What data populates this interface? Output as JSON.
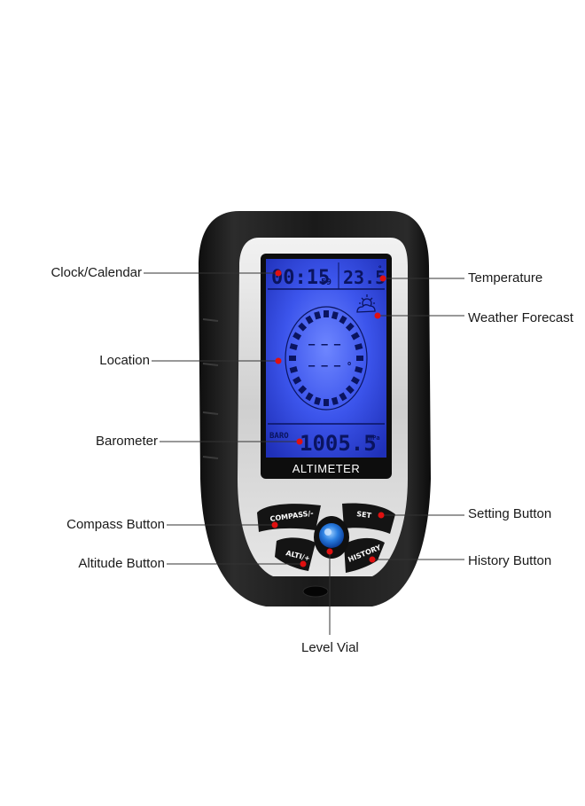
{
  "device": {
    "brand_label": "ALTIMETER",
    "display": {
      "time_main": "00:15",
      "time_sec": "59",
      "temperature": "23.5",
      "temp_unit": "°",
      "baro_label": "BARO",
      "pressure": "1005.5",
      "pressure_unit": "hPa",
      "compass_dash_top": "– – –",
      "compass_dash_mid": "– – –",
      "degree_mark": "o"
    },
    "buttons": {
      "compass": "COMPASS/-",
      "set": "SET",
      "alti": "ALTI/+",
      "history": "HISTORY"
    }
  },
  "callouts": {
    "clock": "Clock/Calendar",
    "location": "Location",
    "barometer": "Barometer",
    "compass_button": "Compass Button",
    "altitude_button": "Altitude Button",
    "temperature": "Temperature",
    "weather": "Weather Forecast",
    "setting_button": "Setting Button",
    "history_button": "History Button",
    "level_vial": "Level Vial"
  },
  "colors": {
    "body": "#1b1b1b",
    "silver": "#d8d8d8",
    "screen": "#3a52e8",
    "marker": "#e01010",
    "vial": "#1e6fd8"
  }
}
